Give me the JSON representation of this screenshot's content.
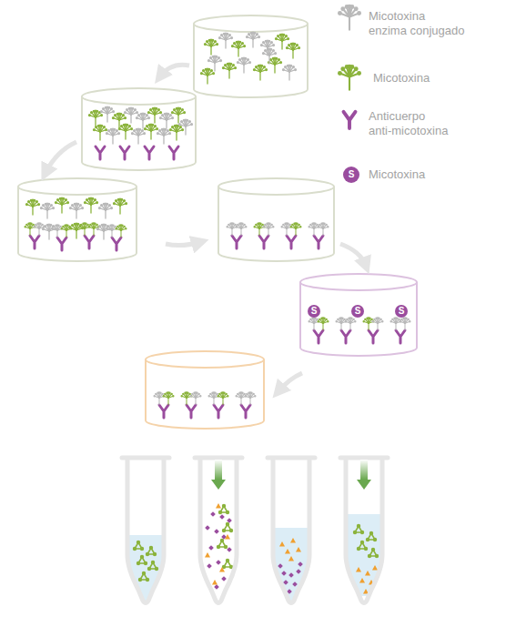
{
  "diagram": {
    "labels": [
      "S",
      "S",
      "S",
      "S"
    ],
    "legend": [
      {
        "text": "Micotoxina enzima conjugado"
      },
      {
        "text": "Micotoxina"
      },
      {
        "text": "Anticuerpo anti-micotoxina"
      },
      {
        "text": "Micotoxina"
      }
    ]
  }
}
